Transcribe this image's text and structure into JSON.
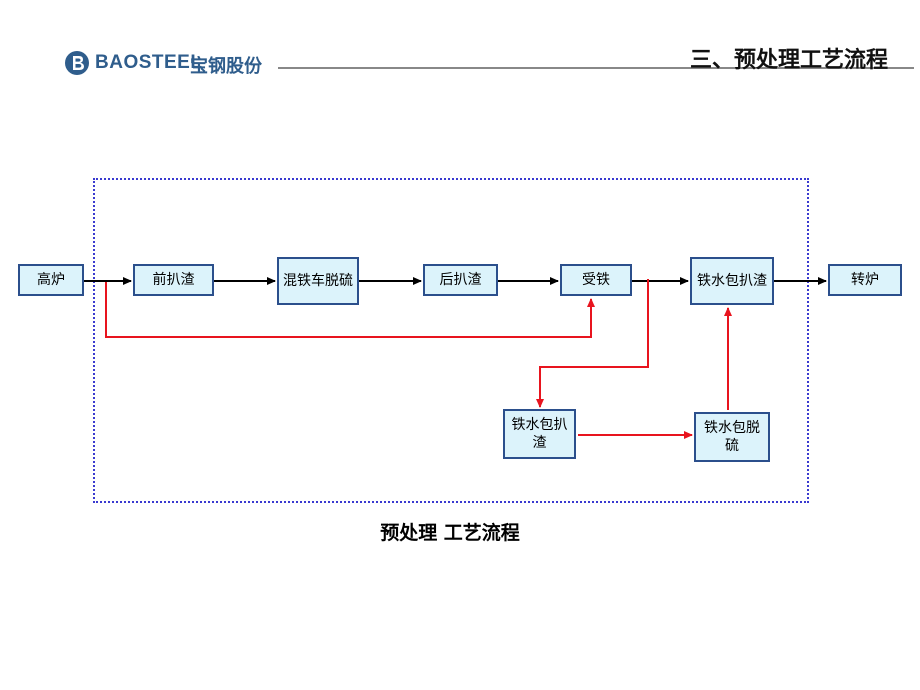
{
  "header": {
    "logo_en": "BAOSTEEL",
    "logo_cn": "宝钢股份",
    "title": "三、预处理工艺流程"
  },
  "nodes": {
    "blast_furnace": "高炉",
    "pre_deslag": "前扒渣",
    "torpedo_desulf": "混铁车脱硫",
    "post_deslag": "后扒渣",
    "receive_iron": "受铁",
    "ladle_deslag_top": "铁水包扒渣",
    "converter": "转炉",
    "ladle_deslag_bottom": "铁水包扒渣",
    "ladle_desulf": "铁水包脱硫"
  },
  "caption": "预处理 工艺流程",
  "colors": {
    "main_flow": "#000000",
    "alt_flow": "#e8141e",
    "box_fill": "#dcf3fb",
    "box_border": "#2b4f8c",
    "frame": "#3a3ad0"
  }
}
